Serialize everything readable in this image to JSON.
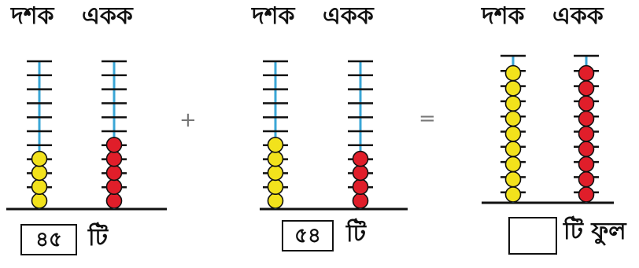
{
  "panels": [
    {
      "tens_label": "দশক",
      "ones_label": "একক",
      "tens_beads": 4,
      "ones_beads": 5,
      "answer": "৪৫",
      "suffix": "টি"
    },
    {
      "tens_label": "দশক",
      "ones_label": "একক",
      "tens_beads": 5,
      "ones_beads": 4,
      "answer": "৫৪",
      "suffix": "টি"
    },
    {
      "tens_label": "দশক",
      "ones_label": "একক",
      "tens_beads": 9,
      "ones_beads": 9,
      "answer": "",
      "suffix": "টি ফুল"
    }
  ],
  "operators": {
    "plus": "+",
    "equals": "="
  },
  "colors": {
    "tens_bead": "#f2e21c",
    "ones_bead": "#e01e2a",
    "rod": "#3aa6d6",
    "line": "#111111"
  }
}
